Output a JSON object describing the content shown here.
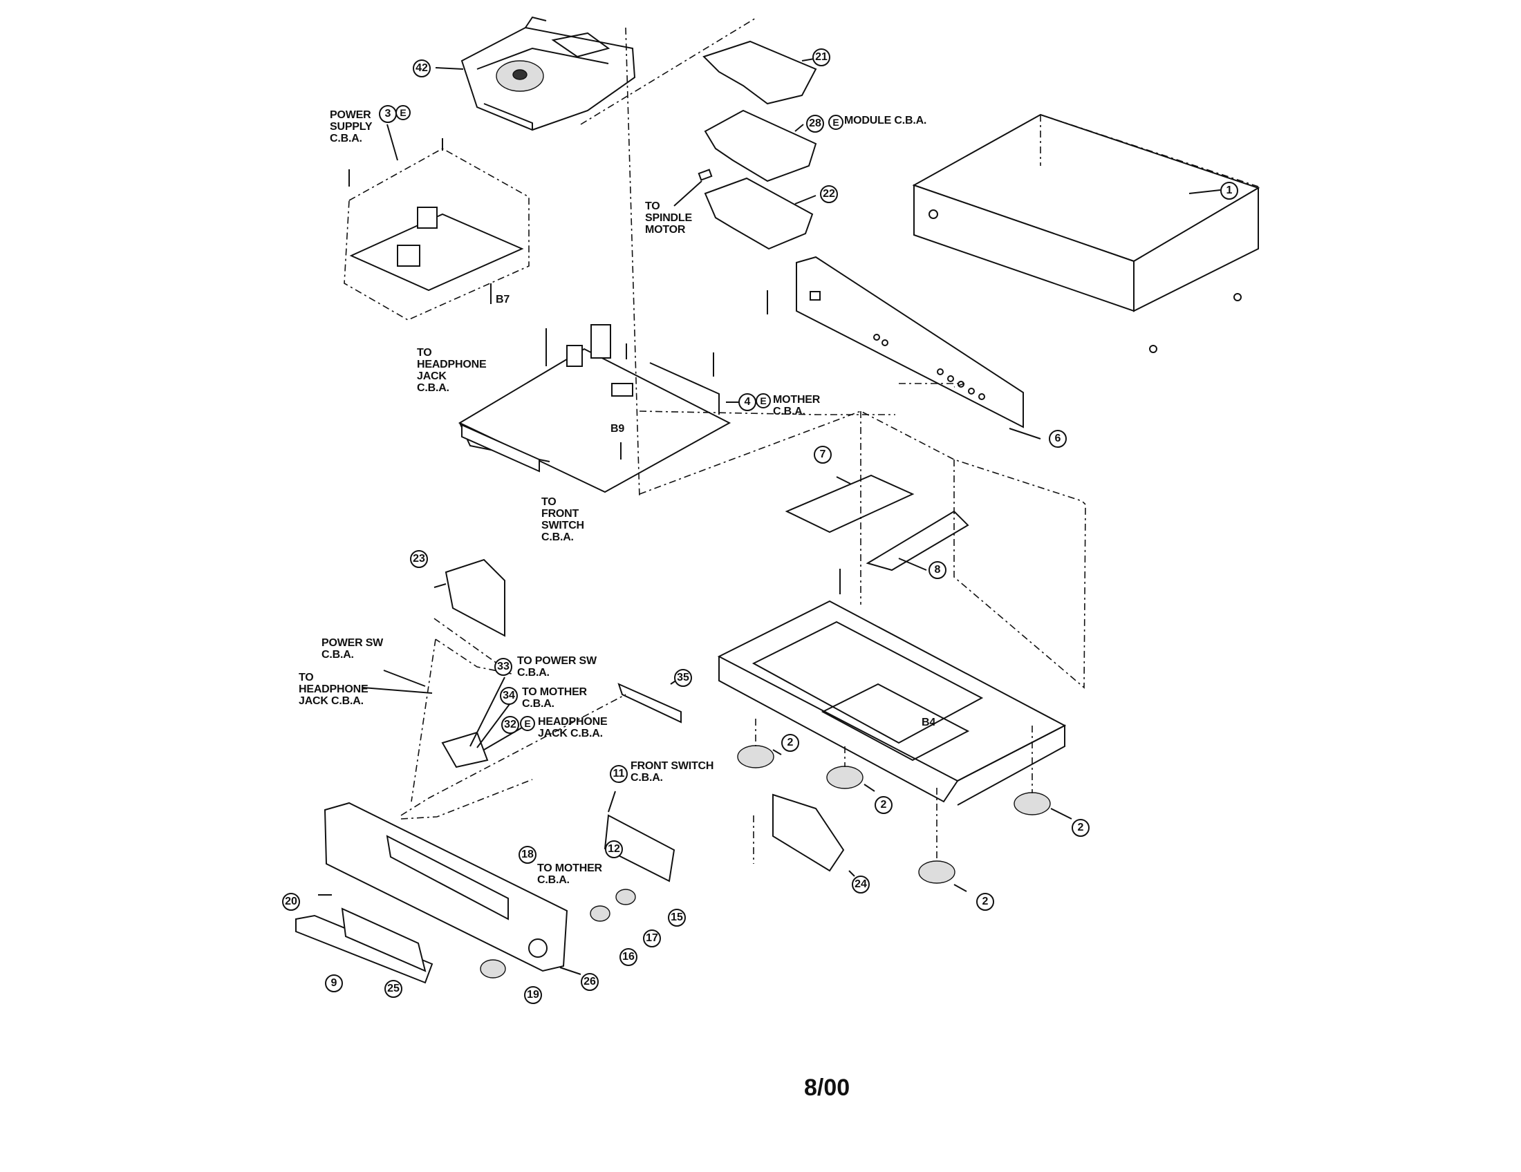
{
  "footer": {
    "date": "8/00"
  },
  "annotations": {
    "power_supply": "POWER\nSUPPLY\nC.B.A.",
    "module": "MODULE C.B.A.",
    "to_spindle": "TO\nSPINDLE\nMOTOR",
    "to_headphone_jack_top": "TO\nHEADPHONE\nJACK\nC.B.A.",
    "mother": "MOTHER\nC.B.A.",
    "to_front_switch": "TO\nFRONT\nSWITCH\nC.B.A.",
    "b7": "B7",
    "b9": "B9",
    "b4": "B4",
    "power_sw": "POWER SW\nC.B.A.",
    "to_headphone_jack_left": "TO\nHEADPHONE\nJACK C.B.A.",
    "to_power_sw": "TO POWER SW\nC.B.A.",
    "to_mother_34": "TO MOTHER\nC.B.A.",
    "headphone_jack": "HEADPHONE\nJACK C.B.A.",
    "front_switch": "FRONT SWITCH\nC.B.A.",
    "to_mother_18": "TO MOTHER\nC.B.A.",
    "e_mark": "E"
  },
  "parts": {
    "p42": "42",
    "p21": "21",
    "p28": "28",
    "p22": "22",
    "p1": "1",
    "p3": "3",
    "p4": "4",
    "p6": "6",
    "p7": "7",
    "p8": "8",
    "p23": "23",
    "p33": "33",
    "p34": "34",
    "p32": "32",
    "p35": "35",
    "p11": "11",
    "p12": "12",
    "p18": "18",
    "p20": "20",
    "p9": "9",
    "p25": "25",
    "p19": "19",
    "p26": "26",
    "p16": "16",
    "p17": "17",
    "p15": "15",
    "p24": "24",
    "p2a": "2",
    "p2b": "2",
    "p2c": "2",
    "p2d": "2"
  }
}
